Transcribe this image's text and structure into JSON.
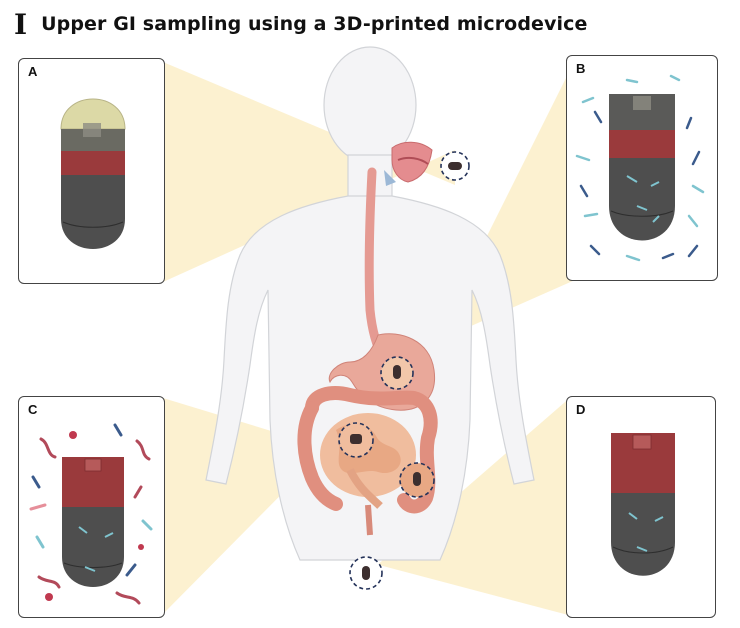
{
  "header": {
    "roman": "I",
    "title": "Upper GI sampling using a 3D-printed microdevice"
  },
  "panels": [
    {
      "label": "A"
    },
    {
      "label": "B"
    },
    {
      "label": "C"
    },
    {
      "label": "D"
    }
  ],
  "colors": {
    "beam": "#fbefc8",
    "capsule_body": "#4e4e4e",
    "band": "#9a3a3c",
    "cap_top": "#dcd9a6",
    "body_outline": "#d2d4d8",
    "gi_tract": "#e9a89a",
    "intestine": "#e4a287",
    "bacteria_blue": "#7fc4cf",
    "bacteria_red": "#b24a5a"
  },
  "icons": {
    "marker": "dashed-circle-icon",
    "capsule": "capsule-icon",
    "bacteria": "bacteria-icon"
  }
}
